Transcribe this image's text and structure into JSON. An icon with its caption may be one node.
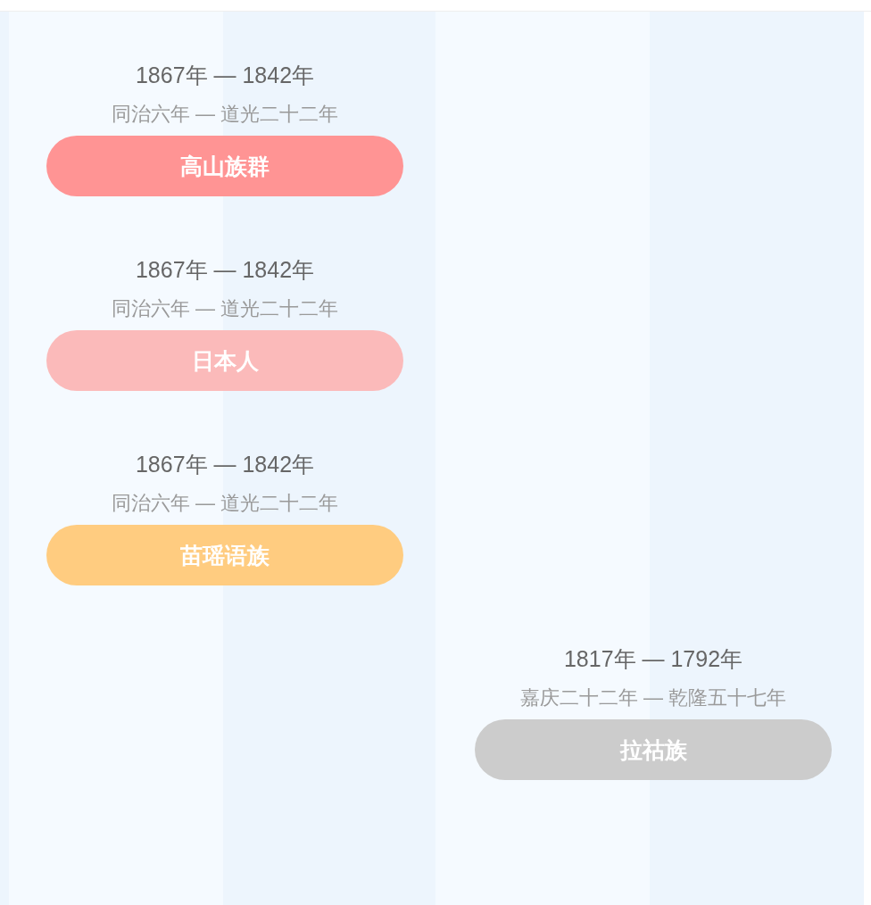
{
  "diagram": {
    "nodes": [
      {
        "text": [
          "高山族群"
        ],
        "beside": [
          "1867年 — 1842年",
          "同治六年 — 道光二十二年"
        ]
      },
      {
        "text": [
          "日本人"
        ],
        "beside": [
          "1867年 — 1842年",
          "同治六年 — 道光二十二年"
        ]
      },
      {
        "text": [
          "苗瑶语族"
        ],
        "beside": [
          "1867年 — 1842年",
          "同治六年 — 道光二十二年"
        ]
      },
      {
        "text": [
          "拉祜族"
        ],
        "beside": [
          "1817年 — 1792年",
          "嘉庆二十二年 — 乾隆五十七年"
        ]
      }
    ]
  }
}
